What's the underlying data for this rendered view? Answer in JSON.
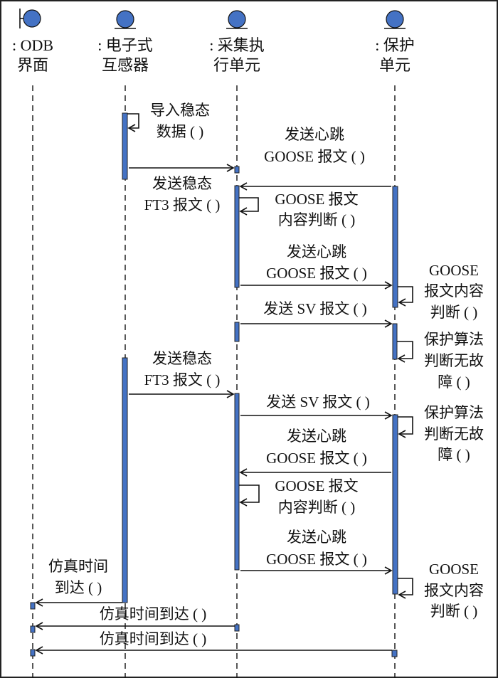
{
  "diagram": {
    "type": "sequence",
    "colors": {
      "actor_fill": "#4472c4",
      "activation_fill": "#4472c4",
      "line": "#111111"
    },
    "lifelines": [
      {
        "id": "odb",
        "kind": "boundary",
        "label_lines": [
          ": ODB",
          "界面"
        ]
      },
      {
        "id": "ect",
        "kind": "entity",
        "label_lines": [
          ": 电子式",
          "互感器"
        ]
      },
      {
        "id": "cu",
        "kind": "entity",
        "label_lines": [
          ": 采集执",
          "行单元"
        ]
      },
      {
        "id": "pu",
        "kind": "entity",
        "label_lines": [
          ": 保护",
          "单元"
        ]
      }
    ],
    "messages": [
      {
        "from": "ect",
        "to": "ect",
        "kind": "self",
        "label_lines": [
          "导入稳态",
          "数据 ( )"
        ]
      },
      {
        "from": "ect",
        "to": "cu",
        "kind": "sync",
        "label_lines": [
          "发送稳态",
          "FT3 报文 ( )"
        ]
      },
      {
        "from": "pu",
        "to": "cu",
        "kind": "sync",
        "label_lines": [
          "发送心跳",
          "GOOSE 报文 ( )"
        ]
      },
      {
        "from": "cu",
        "to": "cu",
        "kind": "self",
        "label_lines": [
          "GOOSE 报文",
          "内容判断 ( )"
        ]
      },
      {
        "from": "cu",
        "to": "pu",
        "kind": "sync",
        "label_lines": [
          "发送心跳",
          "GOOSE 报文 ( )"
        ]
      },
      {
        "from": "pu",
        "to": "pu",
        "kind": "self",
        "label_lines": [
          "GOOSE",
          "报文内容",
          "判断 ( )"
        ]
      },
      {
        "from": "cu",
        "to": "pu",
        "kind": "sync",
        "label_lines": [
          "发送 SV 报文 ( )"
        ]
      },
      {
        "from": "pu",
        "to": "pu",
        "kind": "self",
        "label_lines": [
          "保护算法",
          "判断无故",
          "障 ( )"
        ]
      },
      {
        "from": "ect",
        "to": "cu",
        "kind": "sync",
        "label_lines": [
          "发送稳态",
          "FT3 报文 ( )"
        ]
      },
      {
        "from": "cu",
        "to": "pu",
        "kind": "sync",
        "label_lines": [
          "发送 SV 报文 ( )"
        ]
      },
      {
        "from": "pu",
        "to": "pu",
        "kind": "self",
        "label_lines": [
          "保护算法",
          "判断无故",
          "障 ( )"
        ]
      },
      {
        "from": "pu",
        "to": "cu",
        "kind": "sync",
        "label_lines": [
          "发送心跳",
          "GOOSE 报文 ( )"
        ]
      },
      {
        "from": "cu",
        "to": "cu",
        "kind": "self",
        "label_lines": [
          "GOOSE 报文",
          "内容判断 ( )"
        ]
      },
      {
        "from": "cu",
        "to": "pu",
        "kind": "sync",
        "label_lines": [
          "发送心跳",
          "GOOSE 报文 ( )"
        ]
      },
      {
        "from": "pu",
        "to": "pu",
        "kind": "self",
        "label_lines": [
          "GOOSE",
          "报文内容",
          "判断 ( )"
        ]
      },
      {
        "from": "ect",
        "to": "odb",
        "kind": "sync",
        "label_lines": [
          "仿真时间",
          "到达 ( )"
        ]
      },
      {
        "from": "cu",
        "to": "odb",
        "kind": "sync",
        "label_lines": [
          "仿真时间到达 ( )"
        ]
      },
      {
        "from": "pu",
        "to": "odb",
        "kind": "sync",
        "label_lines": [
          "仿真时间到达 ( )"
        ]
      }
    ]
  }
}
